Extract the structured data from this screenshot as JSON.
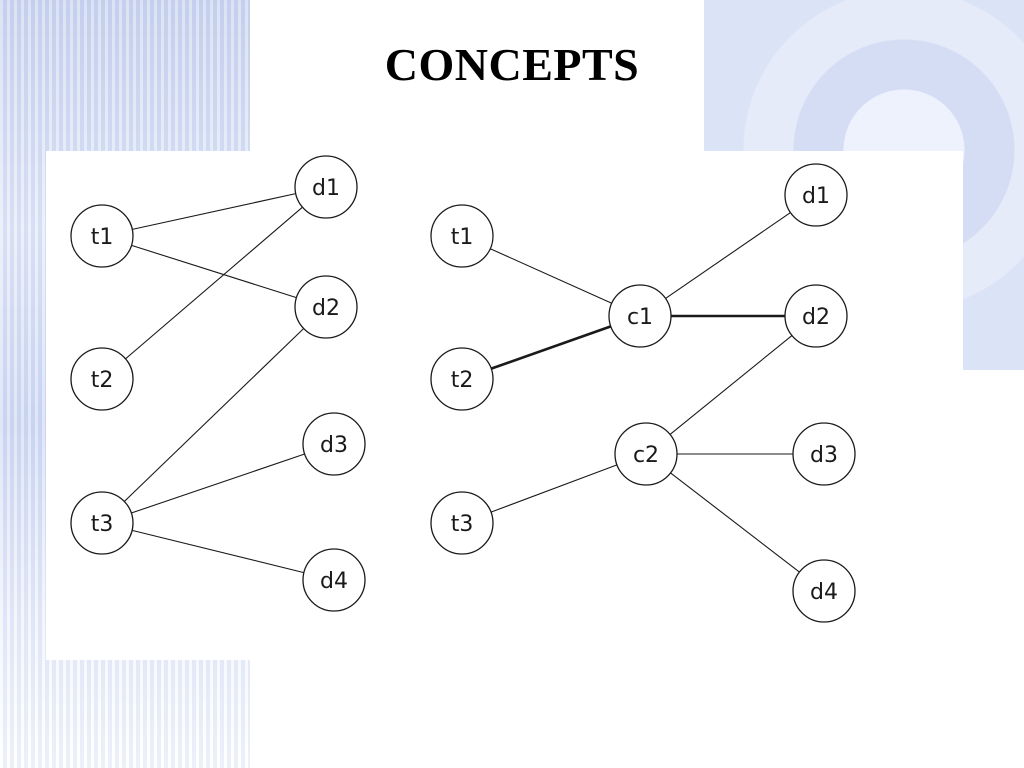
{
  "slide": {
    "title": "CONCEPTS"
  },
  "left_graph": {
    "nodes": [
      {
        "id": "t1",
        "label": "t1"
      },
      {
        "id": "t2",
        "label": "t2"
      },
      {
        "id": "t3",
        "label": "t3"
      },
      {
        "id": "d1",
        "label": "d1"
      },
      {
        "id": "d2",
        "label": "d2"
      },
      {
        "id": "d3",
        "label": "d3"
      },
      {
        "id": "d4",
        "label": "d4"
      }
    ],
    "edges": [
      {
        "from": "t1",
        "to": "d1",
        "bold": false
      },
      {
        "from": "t1",
        "to": "d2",
        "bold": false
      },
      {
        "from": "t2",
        "to": "d1",
        "bold": false
      },
      {
        "from": "t3",
        "to": "d2",
        "bold": false
      },
      {
        "from": "t3",
        "to": "d3",
        "bold": false
      },
      {
        "from": "t3",
        "to": "d4",
        "bold": false
      }
    ]
  },
  "right_graph": {
    "nodes": [
      {
        "id": "t1",
        "label": "t1"
      },
      {
        "id": "t2",
        "label": "t2"
      },
      {
        "id": "t3",
        "label": "t3"
      },
      {
        "id": "c1",
        "label": "c1"
      },
      {
        "id": "c2",
        "label": "c2"
      },
      {
        "id": "d1",
        "label": "d1"
      },
      {
        "id": "d2",
        "label": "d2"
      },
      {
        "id": "d3",
        "label": "d3"
      },
      {
        "id": "d4",
        "label": "d4"
      }
    ],
    "edges": [
      {
        "from": "t1",
        "to": "c1",
        "bold": false
      },
      {
        "from": "t2",
        "to": "c1",
        "bold": true
      },
      {
        "from": "t3",
        "to": "c2",
        "bold": false
      },
      {
        "from": "c1",
        "to": "d1",
        "bold": false
      },
      {
        "from": "c1",
        "to": "d2",
        "bold": true
      },
      {
        "from": "c2",
        "to": "d2",
        "bold": false
      },
      {
        "from": "c2",
        "to": "d3",
        "bold": false
      },
      {
        "from": "c2",
        "to": "d4",
        "bold": false
      }
    ]
  },
  "colors": {
    "stroke": "#1a1a1a",
    "node_fill": "#ffffff",
    "background_accent": "#cfd9f2"
  }
}
